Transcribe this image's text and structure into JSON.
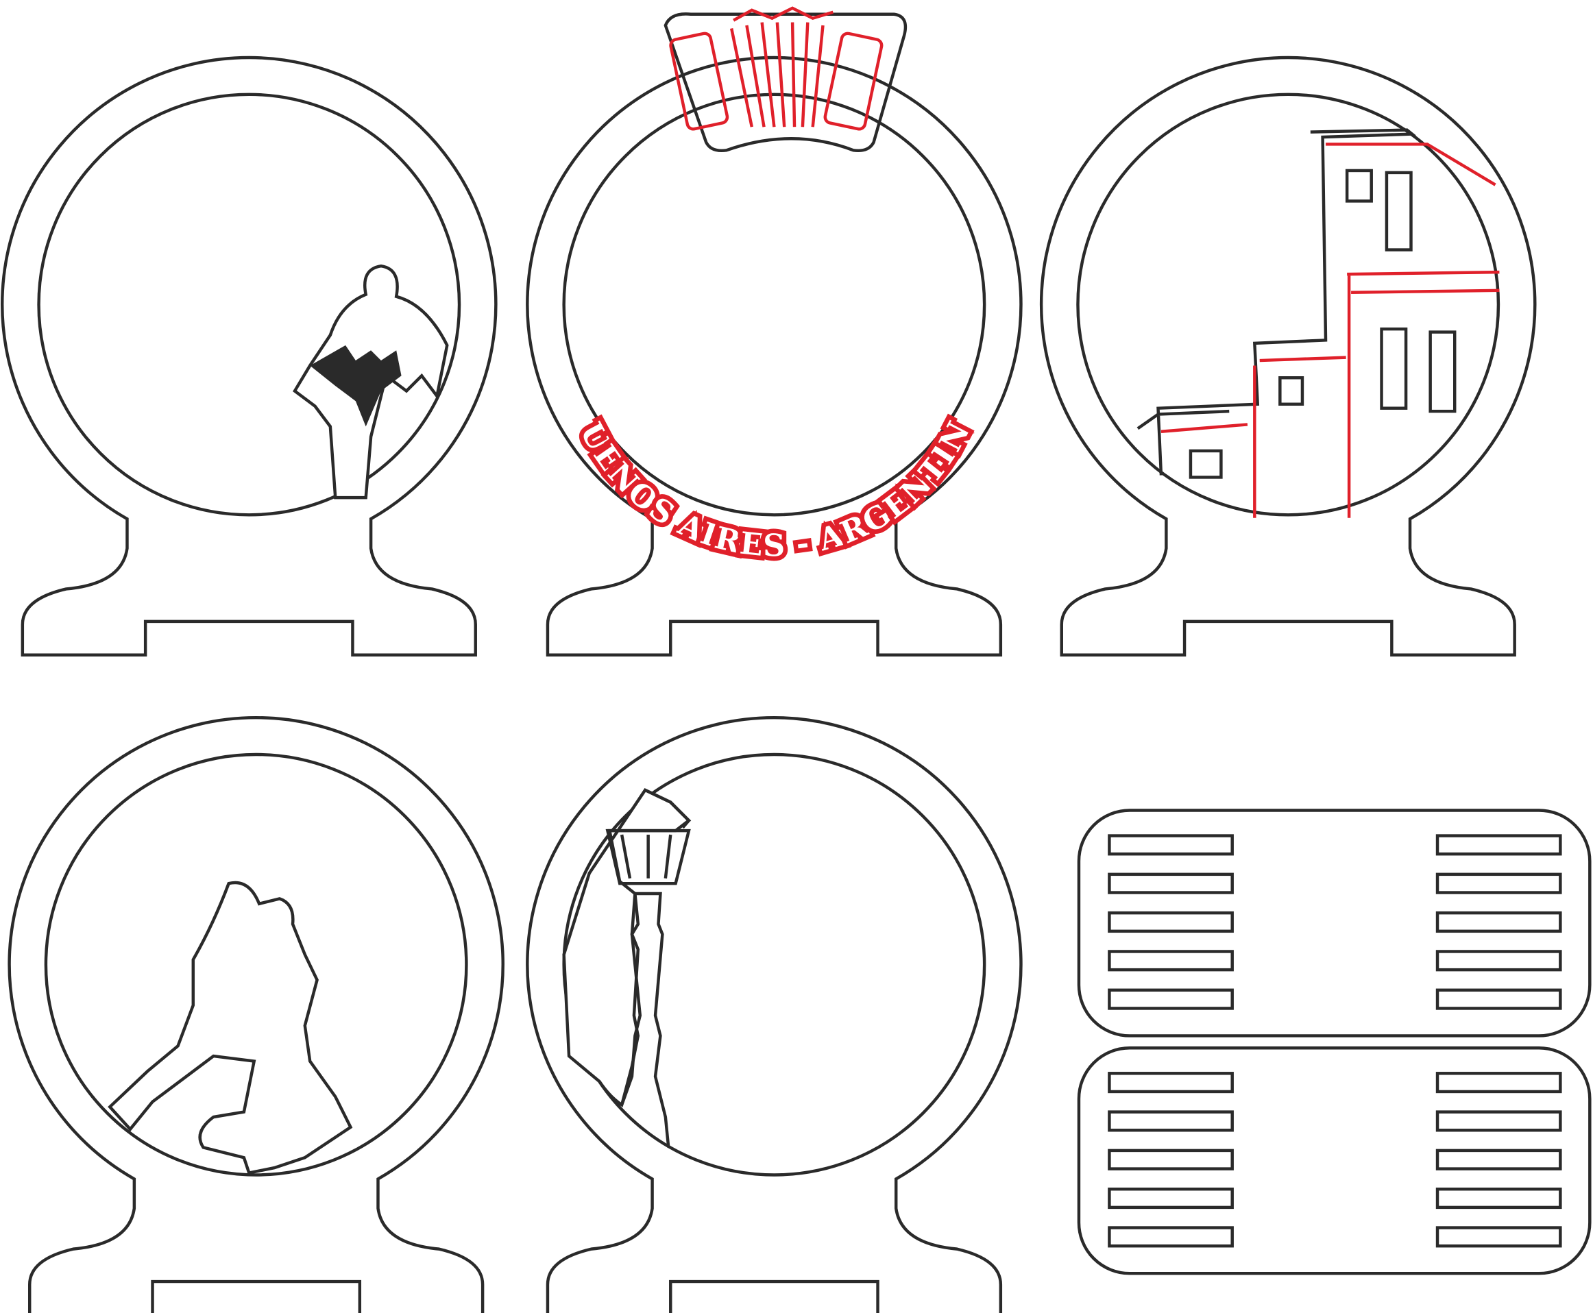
{
  "title_banner": "BUENOS AIRES - ARGENTINA",
  "colors": {
    "outline": "#2a2a2a",
    "accent": "#e0202a",
    "background": "#ffffff"
  },
  "pieces": [
    {
      "name": "holder-bandoneon-player",
      "motif": "bandoneon-player-icon"
    },
    {
      "name": "holder-accordion-banner",
      "motif": "accordion-icon"
    },
    {
      "name": "holder-buildings",
      "motif": "buildings-icon"
    },
    {
      "name": "holder-tango-dancers",
      "motif": "tango-dancers-icon"
    },
    {
      "name": "holder-street-lamp",
      "motif": "street-lamp-icon"
    }
  ],
  "slot_cards": {
    "count": 2,
    "slots_per_column": 5,
    "columns": 2
  }
}
